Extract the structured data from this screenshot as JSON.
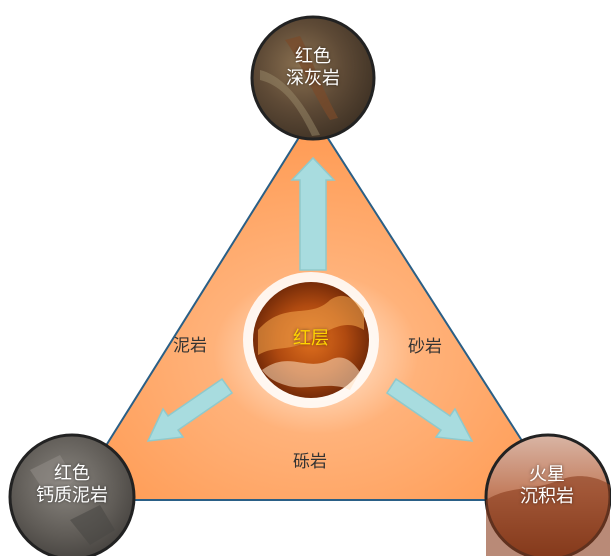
{
  "center": {
    "label": "红层",
    "label_color": "#ffd400"
  },
  "nodes": {
    "top": {
      "line1": "红色",
      "line2": "深灰岩"
    },
    "left": {
      "line1": "红色",
      "line2": "钙质泥岩"
    },
    "right": {
      "line1": "火星",
      "line2": "沉积岩"
    }
  },
  "edges": {
    "left": "泥岩",
    "right": "砂岩",
    "bottom": "砾岩"
  },
  "colors": {
    "triangle": "#ffa25f",
    "triangle_edge": "#2a5f86",
    "arrow": "#a8dcdf",
    "arrow_edge": "#8fc9cc",
    "node_border": "#222222"
  },
  "icons": {
    "arrows": "arrow-icon"
  }
}
